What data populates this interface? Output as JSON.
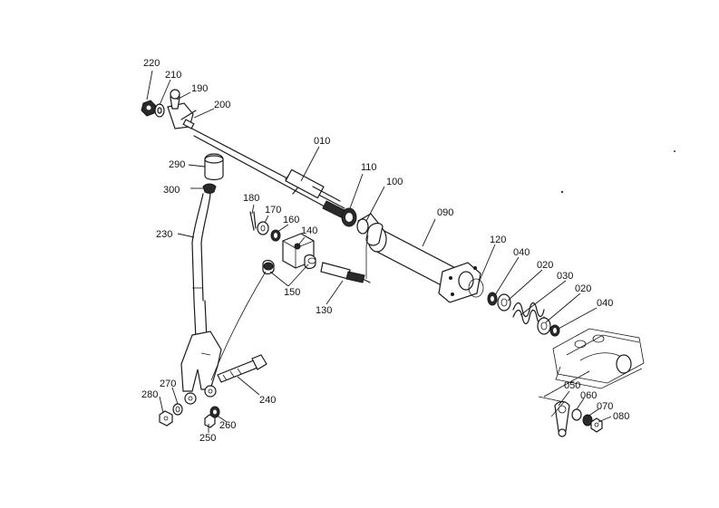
{
  "labels": {
    "p220": "220",
    "p210": "210",
    "p190": "190",
    "p200": "200",
    "p010": "010",
    "p110": "110",
    "p100": "100",
    "p090": "090",
    "p290": "290",
    "p300": "300",
    "p180": "180",
    "p170": "170",
    "p160": "160",
    "p140": "140",
    "p150": "150",
    "p130": "130",
    "p230": "230",
    "p120": "120",
    "p040a": "040",
    "p020a": "020",
    "p030": "030",
    "p020b": "020",
    "p040b": "040",
    "p050": "050",
    "p060": "060",
    "p070": "070",
    "p080": "080",
    "p240": "240",
    "p270": "270",
    "p280": "280",
    "p260": "260",
    "p250": "250"
  }
}
